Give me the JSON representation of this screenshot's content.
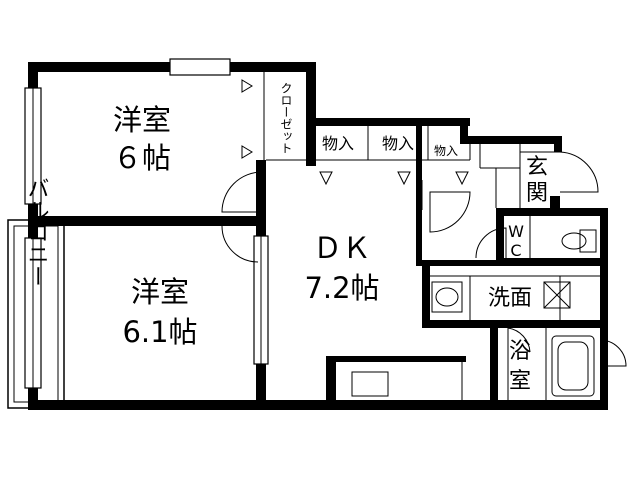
{
  "rooms": {
    "western_room_1": {
      "name": "洋室",
      "size": "６帖"
    },
    "western_room_2": {
      "name": "洋室",
      "size": "6.1帖"
    },
    "dining_kitchen": {
      "name": "ＤＫ",
      "size": "7.2帖"
    },
    "closet": "クローゼット",
    "storage_1": "物入",
    "storage_2": "物入",
    "storage_3": "物入",
    "entrance_top": "玄",
    "entrance_bottom": "関",
    "toilet_top": "W",
    "toilet_bottom": "C",
    "washroom": "洗面",
    "bathroom_top": "浴",
    "bathroom_bottom": "室",
    "balcony": "バルコニー"
  }
}
